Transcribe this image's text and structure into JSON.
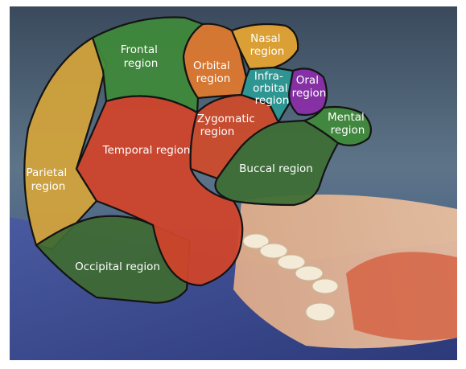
{
  "diagram": {
    "regions": [
      {
        "key": "frontal",
        "lines": [
          "Frontal",
          "region"
        ],
        "color": "#3f8a3a"
      },
      {
        "key": "nasal",
        "lines": [
          "Nasal",
          "region"
        ],
        "color": "#e6a532"
      },
      {
        "key": "orbital",
        "lines": [
          "Orbital",
          "region"
        ],
        "color": "#e07a2e"
      },
      {
        "key": "infraorbital",
        "lines": [
          "Infra-",
          "orbital",
          "region"
        ],
        "color": "#2c9a95"
      },
      {
        "key": "oral",
        "lines": [
          "Oral",
          "region"
        ],
        "color": "#8a2da8"
      },
      {
        "key": "mental",
        "lines": [
          "Mental",
          "region"
        ],
        "color": "#3f8a3a"
      },
      {
        "key": "zygomatic",
        "lines": [
          "Zygomatic",
          "region"
        ],
        "color": "#cf4a2a"
      },
      {
        "key": "temporal",
        "lines": [
          "Temporal region"
        ],
        "color": "#d2442a"
      },
      {
        "key": "buccal",
        "lines": [
          "Buccal region"
        ],
        "color": "#3d6e35"
      },
      {
        "key": "parietal",
        "lines": [
          "Parietal",
          "region"
        ],
        "color": "#d4a43a"
      },
      {
        "key": "occipital",
        "lines": [
          "Occipital region"
        ],
        "color": "#3f6a33"
      }
    ]
  }
}
